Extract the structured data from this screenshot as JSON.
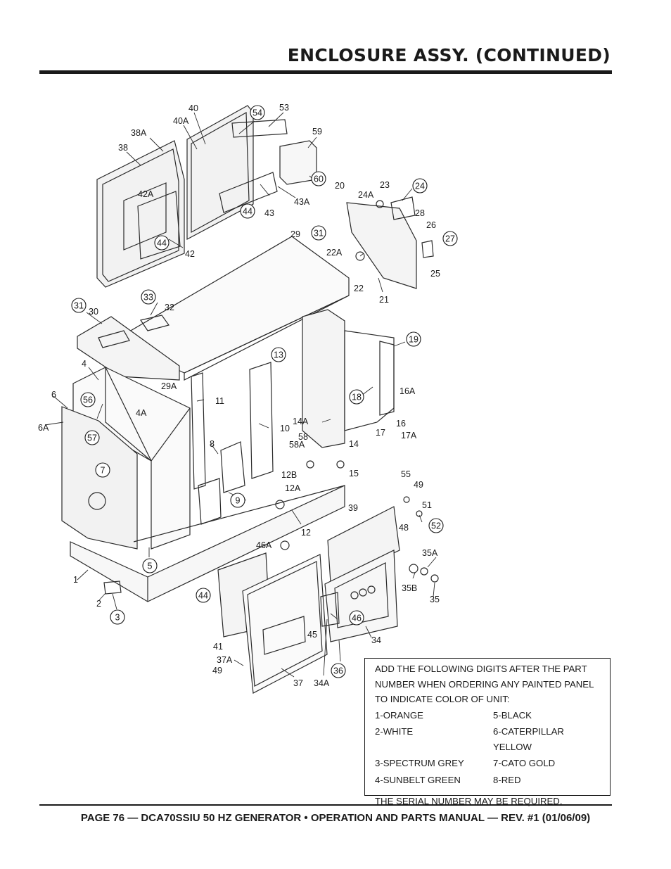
{
  "header": {
    "title": "ENCLOSURE ASSY. (CONTINUED)"
  },
  "diagram": {
    "plain_labels": [
      "40",
      "40A",
      "38A",
      "38",
      "53",
      "59",
      "42A",
      "43A",
      "43",
      "42",
      "20",
      "23",
      "24A",
      "28",
      "26",
      "25",
      "29",
      "22A",
      "22",
      "21",
      "30",
      "32",
      "29A",
      "4",
      "6",
      "6A",
      "4A",
      "16A",
      "16",
      "17",
      "17A",
      "14A",
      "14",
      "10",
      "11",
      "58",
      "58A",
      "15",
      "8",
      "12B",
      "12A",
      "12",
      "55",
      "49",
      "51",
      "39",
      "48",
      "46A",
      "35A",
      "35B",
      "35",
      "1",
      "2",
      "41",
      "45",
      "34",
      "37A",
      "49",
      "34A",
      "37"
    ],
    "circled_labels": [
      "54",
      "60",
      "44",
      "44",
      "24",
      "27",
      "31",
      "31",
      "33",
      "19",
      "13",
      "18",
      "56",
      "57",
      "7",
      "9",
      "52",
      "5",
      "3",
      "44",
      "46",
      "36"
    ]
  },
  "color_note": {
    "intro": "ADD THE FOLLOWING DIGITS AFTER THE PART NUMBER WHEN ORDERING ANY PAINTED PANEL TO INDICATE COLOR OF UNIT:",
    "colors": [
      "1-ORANGE",
      "5-BLACK",
      "2-WHITE",
      "6-CATERPILLAR YELLOW",
      "3-SPECTRUM GREY",
      "7-CATO GOLD",
      "4-SUNBELT GREEN",
      "8-RED"
    ],
    "note": "THE SERIAL NUMBER MAY BE REQUIRED."
  },
  "footer": {
    "text": "PAGE 76 — DCA70SSIU 50 HZ GENERATOR • OPERATION AND PARTS MANUAL — REV. #1 (01/06/09)"
  }
}
